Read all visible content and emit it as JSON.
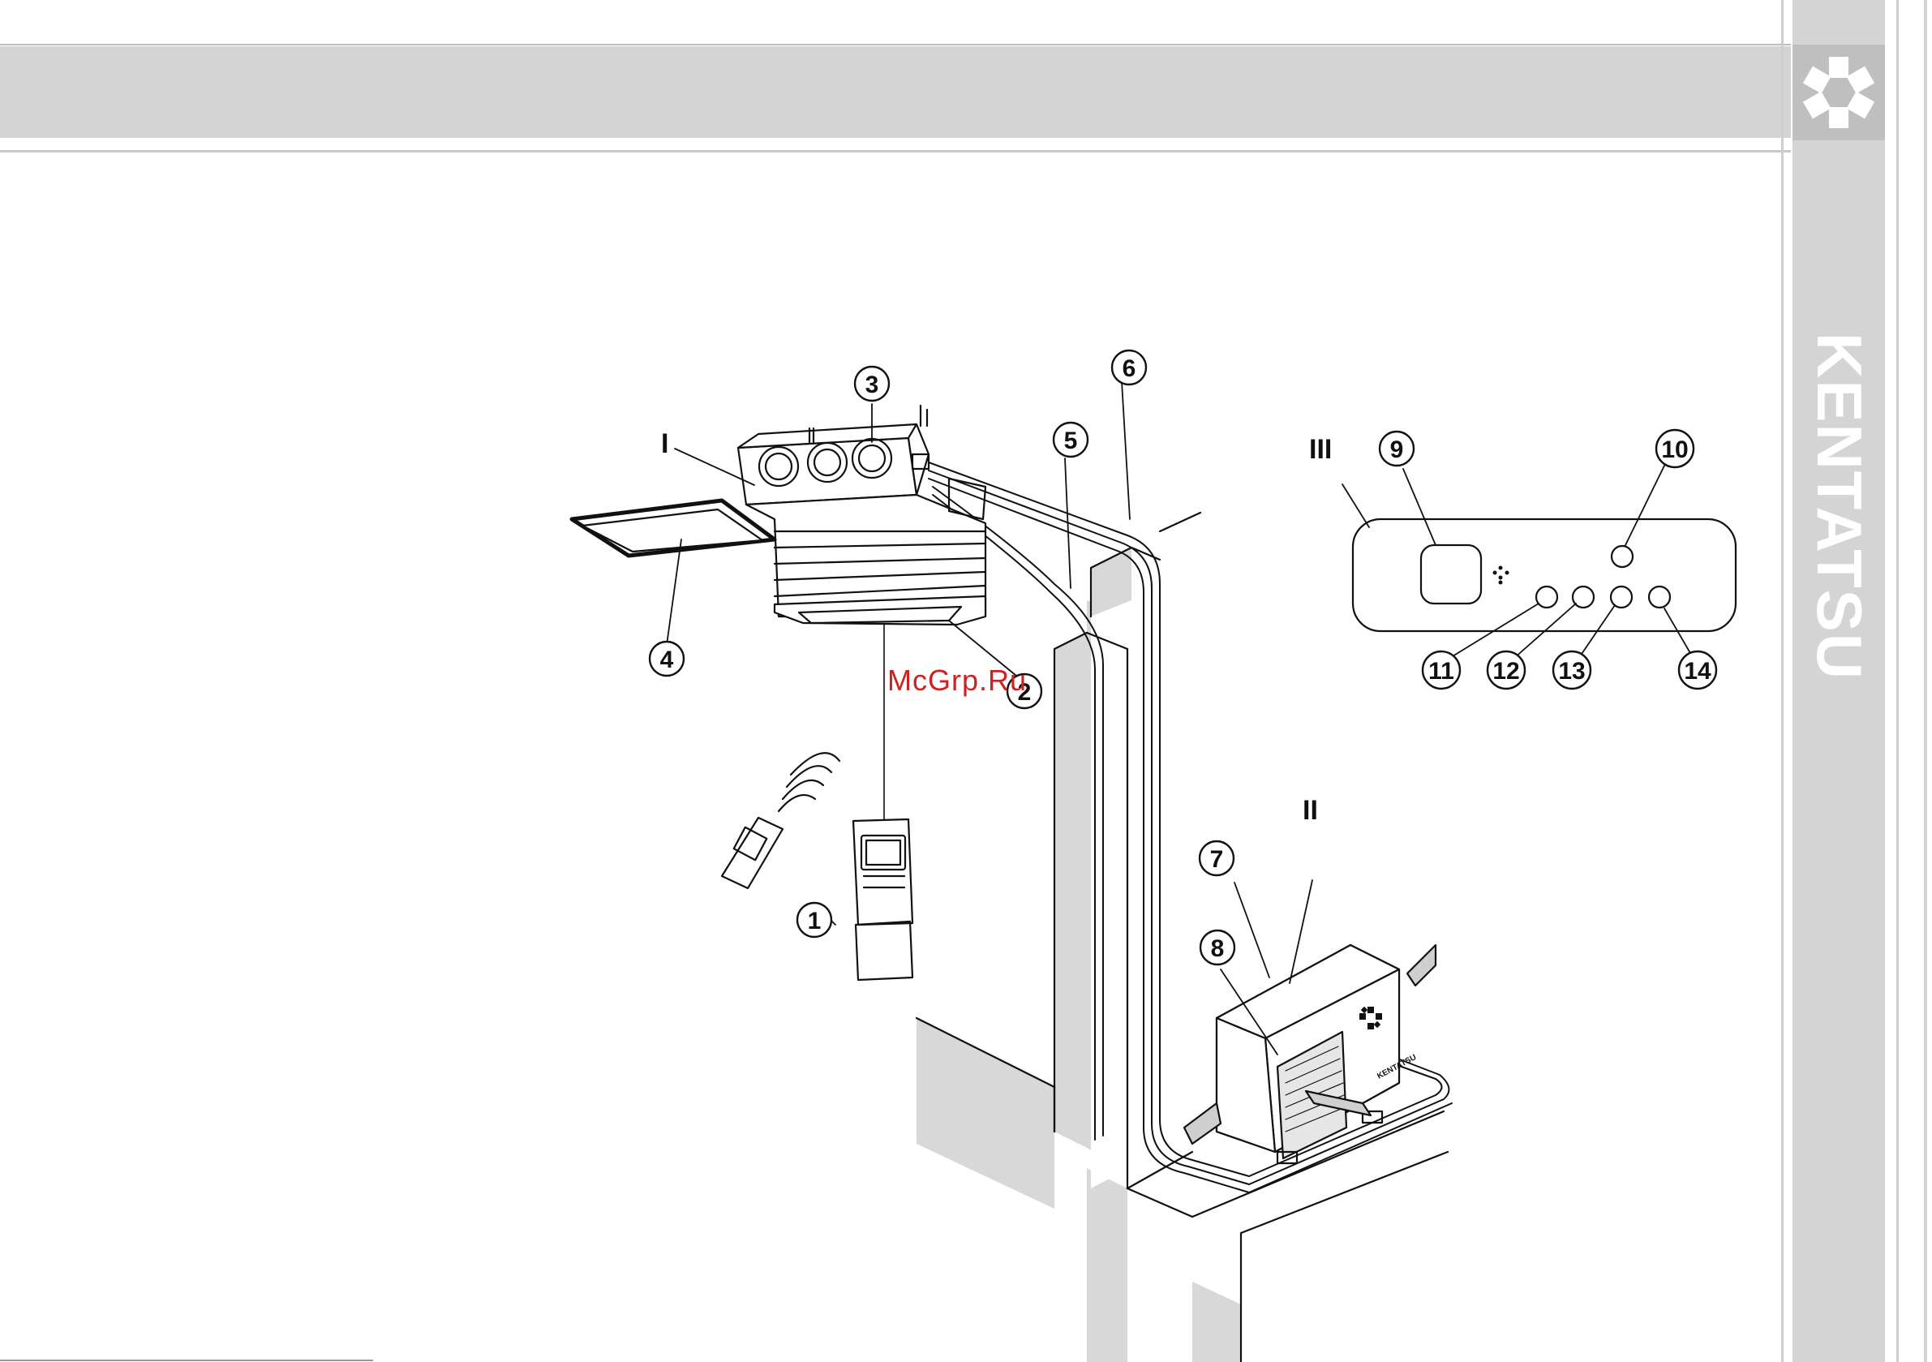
{
  "brand": {
    "name": "KENTATSU"
  },
  "watermark": "McGrp.Ru",
  "units": {
    "indoor": "I",
    "outdoor": "II",
    "panel": "III"
  },
  "callouts": [
    "1",
    "2",
    "3",
    "4",
    "5",
    "6",
    "7",
    "8",
    "9",
    "10",
    "11",
    "12",
    "13",
    "14"
  ],
  "outdoor_unit_label": "KENTATSU",
  "colors": {
    "band": "#d4d4d4",
    "line": "#111111",
    "watermark": "#cc2222"
  },
  "icons": [
    "kentatsu-logo-icon",
    "remote-control-icon",
    "wired-controller-icon"
  ]
}
